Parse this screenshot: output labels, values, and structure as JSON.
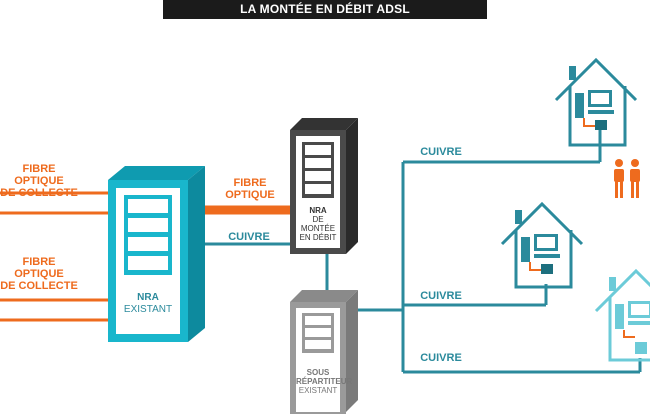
{
  "title": "LA MONTÉE EN DÉBIT ADSL",
  "labels": {
    "fibre_collecte_1": [
      "FIBRE",
      "OPTIQUE",
      "DE COLLECTE"
    ],
    "fibre_collecte_2": [
      "FIBRE",
      "OPTIQUE",
      "DE COLLECTE"
    ],
    "fibre_optique": [
      "FIBRE",
      "OPTIQUE"
    ],
    "cuivre_nra": "CUIVRE",
    "cuivre_top": "CUIVRE",
    "cuivre_mid": "CUIVRE",
    "cuivre_bot": "CUIVRE"
  },
  "nra_existant": {
    "line1": "NRA",
    "line2": "EXISTANT"
  },
  "nra_montee": {
    "line1": "NRA",
    "line2": "DE",
    "line3": "MONTÉE",
    "line4": "EN DÉBIT"
  },
  "sous_repartiteur": {
    "line1": "SOUS",
    "line2": "RÉPARTITEUR",
    "line3": "EXISTANT"
  },
  "colors": {
    "orange": "#ee6b1e",
    "teal": "#2b8a9c",
    "cyan": "#19b6cc",
    "dark": "#4a4a4a",
    "grey": "#9a9a9a"
  }
}
